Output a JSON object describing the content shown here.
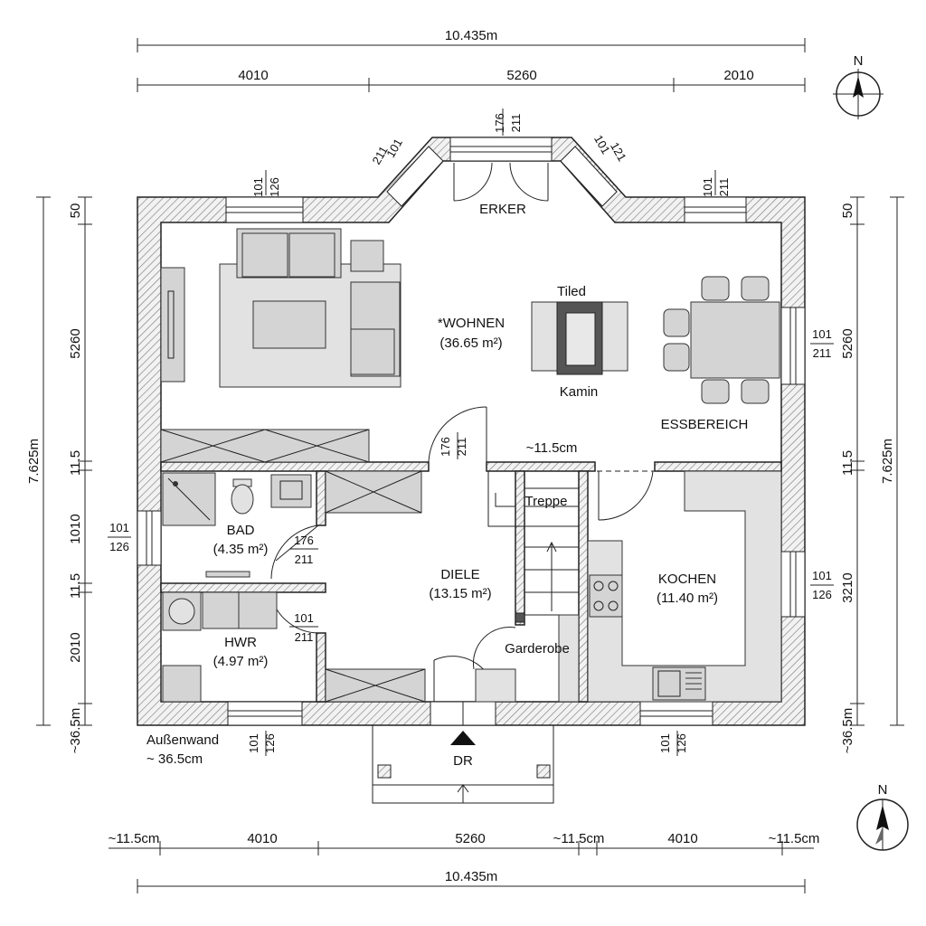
{
  "dimensions": {
    "top_total": "10.435m",
    "top_segments": [
      "4010",
      "5260",
      "2010"
    ],
    "bottom_total": "10.435m",
    "bottom_segments": [
      "~11.5cm",
      "4010",
      "5260",
      "~11.5cm",
      "4010",
      "~11.5cm"
    ],
    "left_total": "7.625m",
    "left_segments": [
      "50",
      "5260",
      "11.5",
      "1010",
      "11.5",
      "2010",
      "~36.5m"
    ],
    "right_total": "7.625m",
    "right_segments": [
      "50",
      "5260",
      "11.5",
      "3210",
      "~36.5m"
    ],
    "inner_wall": "~11.5cm"
  },
  "rooms": {
    "wohnen": {
      "name": "*WOHNEN",
      "area": "(36.65 m²)"
    },
    "erker": {
      "name": "ERKER"
    },
    "essbereich": {
      "name": "ESSBEREICH"
    },
    "bad": {
      "name": "BAD",
      "area": "(4.35 m²)"
    },
    "hwr": {
      "name": "HWR",
      "area": "(4.97 m²)"
    },
    "diele": {
      "name": "DIELE",
      "area": "(13.15 m²)"
    },
    "kochen": {
      "name": "KOCHEN",
      "area": "(11.40 m²)"
    },
    "treppe": {
      "name": "Treppe"
    },
    "garderobe": {
      "name": "Garderobe"
    }
  },
  "fixtures": {
    "kamin": "Kamin",
    "tiled": "Tiled"
  },
  "openings": {
    "w_top_left": {
      "top": "101",
      "bottom": "126"
    },
    "w_diag_left": {
      "top": "101",
      "bottom": "211"
    },
    "w_erker": {
      "top": "176",
      "bottom": "211"
    },
    "w_diag_right": {
      "top": "101",
      "bottom": "121"
    },
    "w_top_right": {
      "top": "101",
      "bottom": "211"
    },
    "w_right_ess": {
      "top": "101",
      "bottom": "211"
    },
    "w_left_bad": {
      "top": "101",
      "bottom": "126"
    },
    "w_right_kochen": {
      "top": "101",
      "bottom": "126"
    },
    "w_bottom_hwr": {
      "top": "101",
      "bottom": "126"
    },
    "w_bottom_kochen": {
      "top": "101",
      "bottom": "126"
    },
    "d_wohnen": {
      "top": "176",
      "bottom": "211"
    },
    "d_bad": {
      "top": "176",
      "bottom": "211"
    },
    "d_hwr": {
      "top": "101",
      "bottom": "211"
    }
  },
  "notes": {
    "wall_line1": "Außenwand",
    "wall_line2": "~ 36.5cm",
    "entrance": "DR",
    "north": "N"
  }
}
